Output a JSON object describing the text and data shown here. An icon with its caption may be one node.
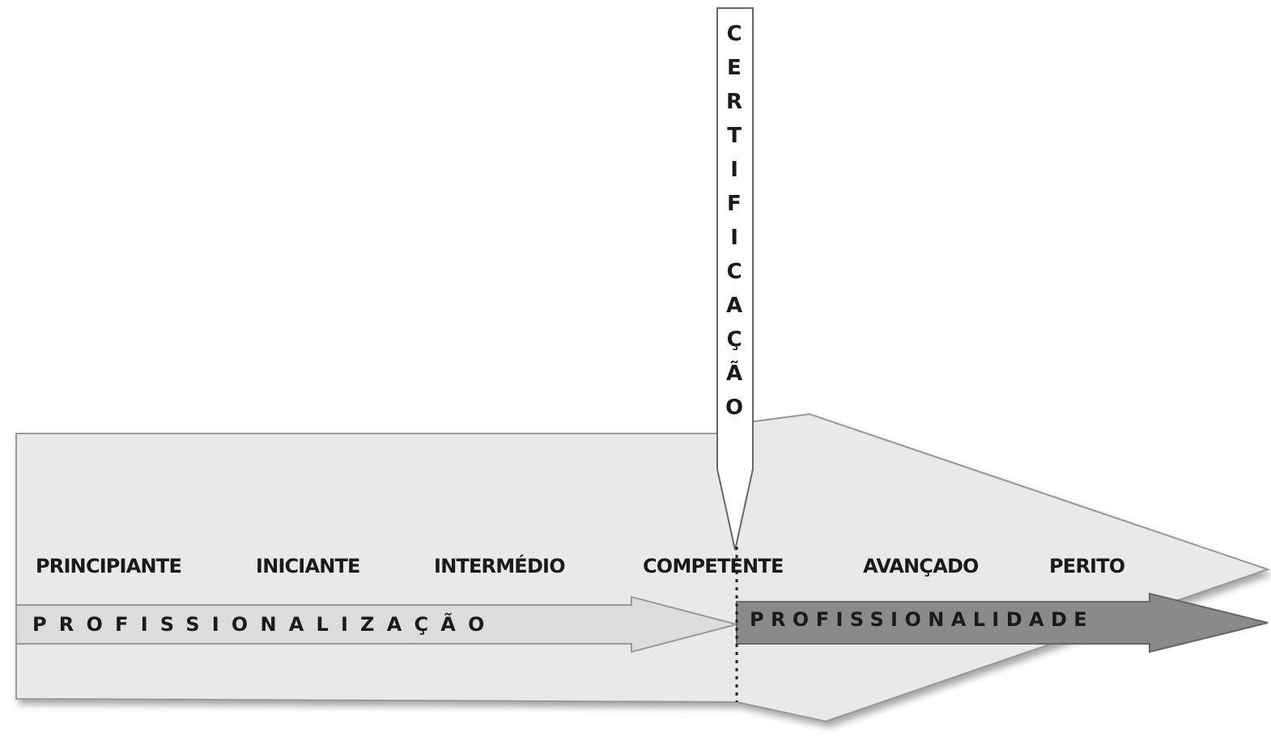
{
  "diagram": {
    "nodes": [
      {
        "text": [],
        "shape": "arrow"
      },
      {
        "text": [
          "CERTIFICAÇÃO"
        ]
      },
      {
        "text": [
          "PROFISSIONALIZAÇÃO"
        ],
        "in": 0
      },
      {
        "text": [
          "PROFISSIONALIDADE"
        ],
        "in": 0
      }
    ],
    "labels": [
      "PRINCIPIANTE",
      "INICIANTE",
      "INTERMÉDIO",
      "COMPETENTE",
      "AVANÇADO",
      "PERITO"
    ]
  }
}
